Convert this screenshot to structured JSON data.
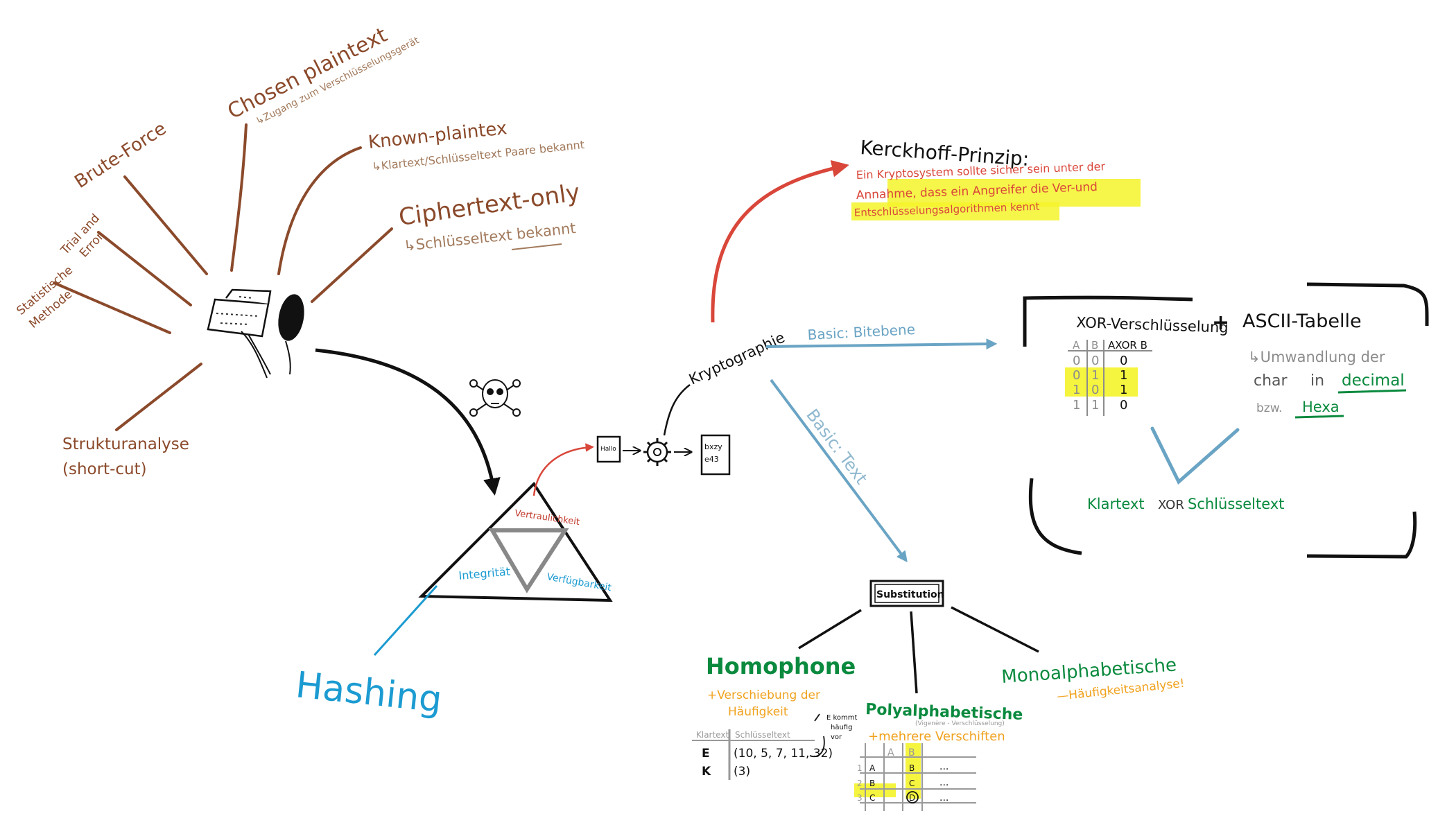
{
  "colors": {
    "brown": "#8b4a2b",
    "brown_light": "#a27a5c",
    "red": "#d9463a",
    "blue": "#6aa4c4",
    "blue_bright": "#1b9bd1",
    "green": "#0a8a3e",
    "orange": "#f0a21e",
    "yellow": "#f4f32a",
    "black": "#111111",
    "gray": "#8c8c8c"
  },
  "attacks": {
    "chosen_plaintext": "Chosen plaintext",
    "chosen_plaintext_sub": "↳Zugang zum Verschlüsselungsgerät",
    "brute_force": "Brute-Force",
    "known_plaintext": "Known-plaintex",
    "known_plaintext_sub": "↳Klartext/Schlüsseltext Paare bekannt",
    "ciphertext_only": "Ciphertext-only",
    "ciphertext_only_sub": "↳Schlüsseltext bekannt",
    "trial_error_1": "Trial and",
    "trial_error_2": "Error",
    "statistical_1": "Statistische",
    "statistical_2": "Methode",
    "structure_1": "Strukturanalyse",
    "structure_2": "(short-cut)"
  },
  "triangle": {
    "top": "Vertraulichkeit",
    "left": "Integrität",
    "right": "Verfügbarkeit"
  },
  "hashing": "Hashing",
  "pipeline": {
    "plain": "Hallo",
    "cipher_1": "bxzy",
    "cipher_2": "e43"
  },
  "kryptographie": "Kryptographie",
  "kerckhoff": {
    "title": "Kerckhoff-Prinzip:",
    "line1": "Ein Kryptosystem sollte sicher sein unter der",
    "line2": "Annahme, dass ein Angreifer die Ver-und",
    "line3": "Entschlüsselungsalgorithmen kennt"
  },
  "edges": {
    "basic_bit": "Basic: Bitebene",
    "basic_text": "Basic: Text"
  },
  "xor_box": {
    "title_xor": "XOR-Verschlüsselung",
    "plus": "+",
    "title_ascii": "ASCII-Tabelle",
    "truth_head": [
      "A",
      "B",
      "AXOR B"
    ],
    "truth_rows": [
      [
        "0",
        "0",
        "0"
      ],
      [
        "0",
        "1",
        "1"
      ],
      [
        "1",
        "0",
        "1"
      ],
      [
        "1",
        "1",
        "0"
      ]
    ],
    "conv_1": "↳Umwandlung der",
    "conv_2a": "char",
    "conv_2b": "in",
    "conv_2c": "decimal",
    "conv_3a": "bzw.",
    "conv_3b": "Hexa",
    "formula_a": "Klartext",
    "formula_b": "XOR",
    "formula_c": "Schlüsseltext"
  },
  "substitution": {
    "label": "Substitution",
    "homophone": "Homophone",
    "homophone_sub_1": "+Verschiebung der",
    "homophone_sub_2": "Häufigkeit",
    "homophone_note_1": "E kommt",
    "homophone_note_2": "häufig",
    "homophone_note_3": "vor",
    "homophone_head": [
      "Klartext",
      "Schlüsseltext"
    ],
    "homophone_rows": [
      [
        "E",
        "(10, 5, 7, 11, 32)"
      ],
      [
        "K",
        "(3)"
      ]
    ],
    "poly": "Polyalphabetische",
    "poly_note": "(Vigenère - Verschlüsselung)",
    "poly_sub": "+mehrere Verschiften",
    "poly_head": [
      "A",
      "B"
    ],
    "poly_rows": [
      [
        "1",
        "A",
        "B"
      ],
      [
        "2",
        "B",
        "C"
      ],
      [
        "3",
        "C",
        "D"
      ]
    ],
    "poly_dots": "...",
    "mono": "Monoalphabetische",
    "mono_sub": "—Häufigkeitsanalyse!"
  }
}
